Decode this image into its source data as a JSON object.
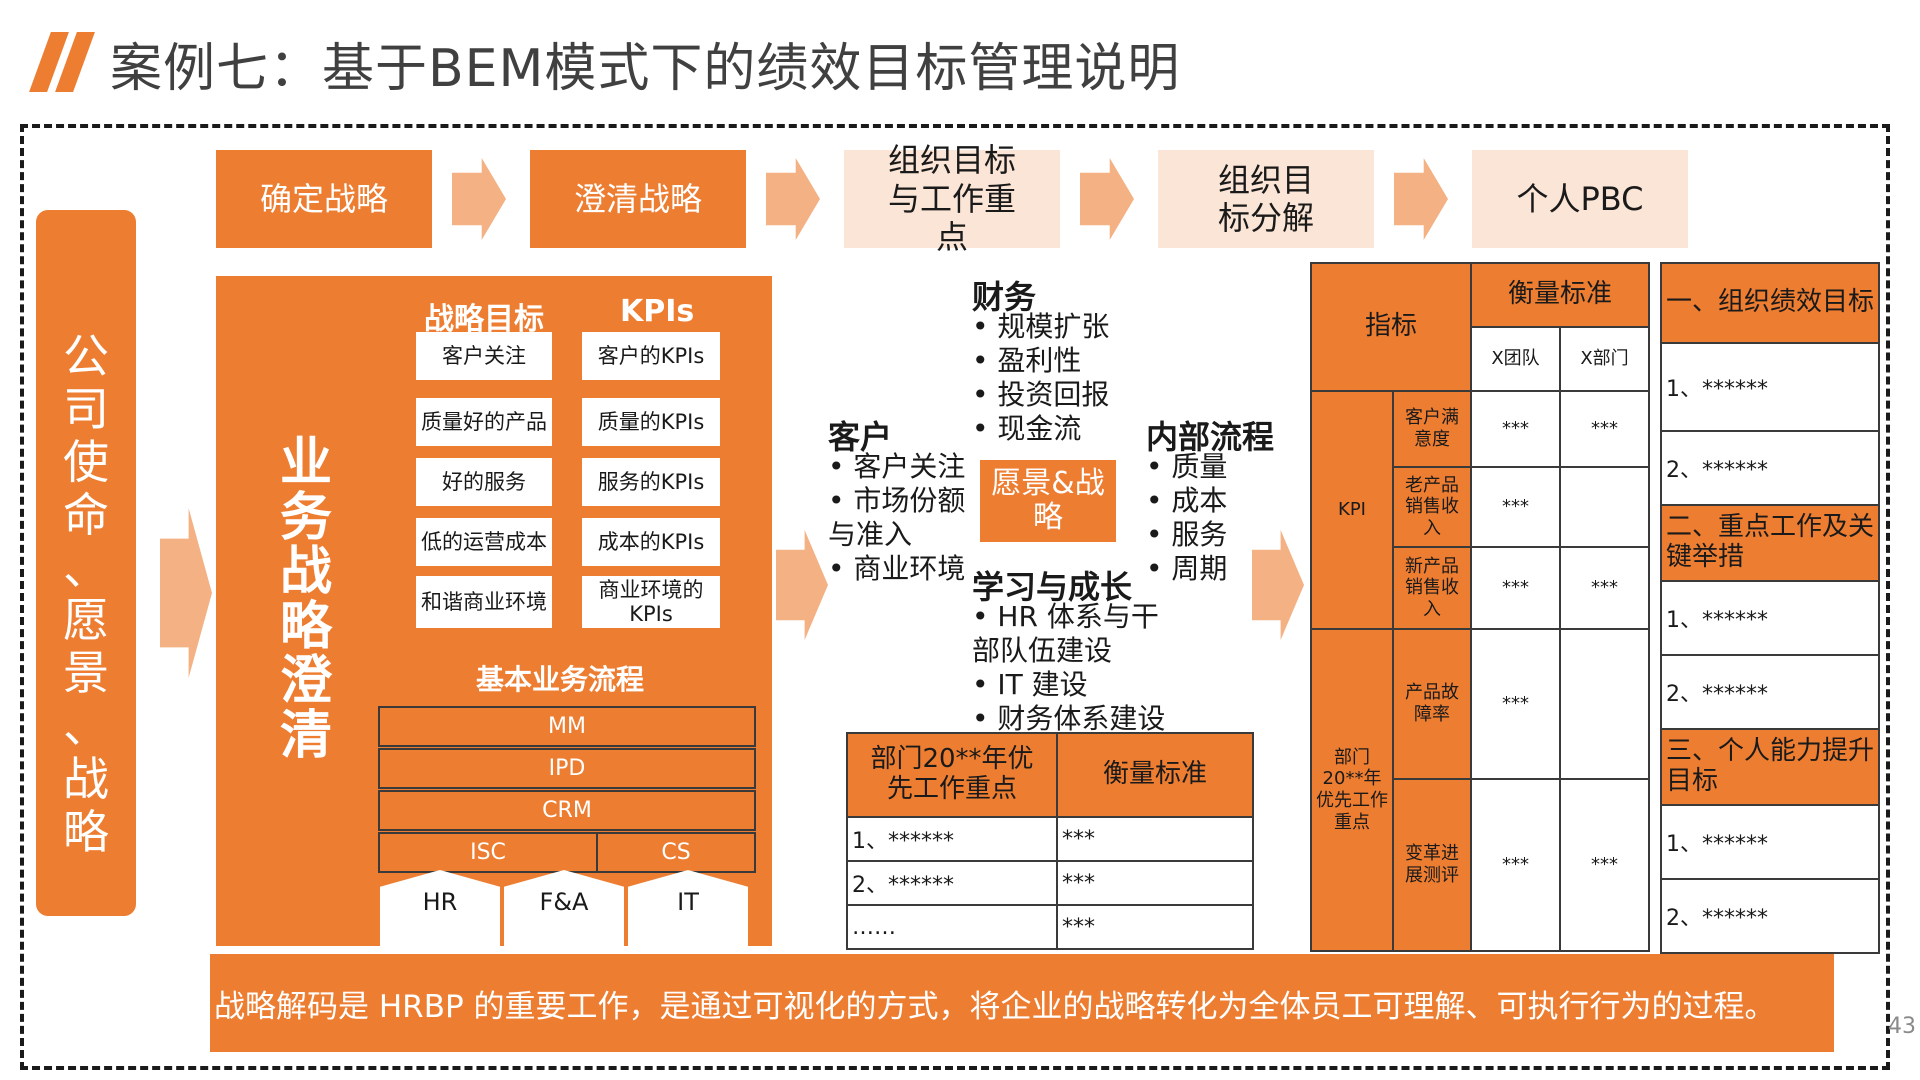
{
  "title": "案例七：基于BEM模式下的绩效目标管理说明",
  "mission": [
    "公",
    "司",
    "使",
    "命",
    "、",
    "愿",
    "景",
    "、",
    "战",
    "略"
  ],
  "process": [
    "确定战略",
    "澄清战略",
    "组织目标与工作重点",
    "组织目标分解",
    "个人PBC"
  ],
  "strategy": {
    "vertical": [
      "业",
      "务",
      "战",
      "略",
      "澄",
      "清"
    ],
    "col1_header": "战略目标",
    "col2_header": "KPIs",
    "goals": [
      "客户关注",
      "质量好的产品",
      "好的服务",
      "低的运营成本",
      "和谐商业环境"
    ],
    "kpis": [
      "客户的KPIs",
      "质量的KPIs",
      "服务的KPIs",
      "成本的KPIs",
      "商业环境的KPIs"
    ],
    "flow_header": "基本业务流程",
    "flows": [
      "MM",
      "IPD",
      "CRM"
    ],
    "flows_split": [
      "ISC",
      "CS"
    ],
    "foundations": [
      "HR",
      "F&A",
      "IT"
    ]
  },
  "bsc": {
    "finance": {
      "title": "财务",
      "items": [
        "规模扩张",
        "盈利性",
        "投资回报",
        "现金流"
      ]
    },
    "customer": {
      "title": "客户",
      "items": [
        "客户关注",
        "市场份额与准入",
        "商业环境"
      ]
    },
    "process": {
      "title": "内部流程",
      "items": [
        "质量",
        "成本",
        "服务",
        "周期"
      ]
    },
    "learning": {
      "title": "学习与成长",
      "items": [
        "HR 体系与干部队伍建设",
        "IT 建设",
        "财务体系建设"
      ]
    },
    "vision": "愿景&战略"
  },
  "dept_table": {
    "headers": [
      "部门20**年优先工作重点",
      "衡量标准"
    ],
    "rows": [
      [
        "1、******",
        "***"
      ],
      [
        "2、******",
        "***"
      ],
      [
        "……",
        "***"
      ]
    ]
  },
  "kpi_table": {
    "indicator": "指标",
    "measure": "衡量标准",
    "sub_headers": [
      "X团队",
      "X部门"
    ],
    "kpi_label": "KPI",
    "kpi_rows": [
      {
        "name": "客户满意度",
        "a": "***",
        "b": "***"
      },
      {
        "name": "老产品销售收入",
        "a": "***",
        "b": ""
      },
      {
        "name": "新产品销售收入",
        "a": "***",
        "b": "***"
      }
    ],
    "dept_label": "部门20**年优先工作重点",
    "dept_rows": [
      {
        "name": "产品故障率",
        "a": "***",
        "b": ""
      },
      {
        "name": "变革进展测评",
        "a": "***",
        "b": "***"
      }
    ]
  },
  "perf_list": [
    {
      "head": "一、组织绩效目标",
      "items": [
        "1、******",
        "2、******"
      ]
    },
    {
      "head": "二、重点工作及关键举措",
      "items": [
        "1、******",
        "2、******"
      ]
    },
    {
      "head": "三、个人能力提升目标",
      "items": [
        "1、******",
        "2、******"
      ]
    }
  ],
  "note": "战略解码是 HRBP 的重要工作，是通过可视化的方式，将企业的战略转化为全体员工可理解、可执行行为的过程。",
  "page_number": "43",
  "colors": {
    "accent": "#ed7d31",
    "light": "#fbe5d6",
    "arrow": "#f4b183"
  }
}
